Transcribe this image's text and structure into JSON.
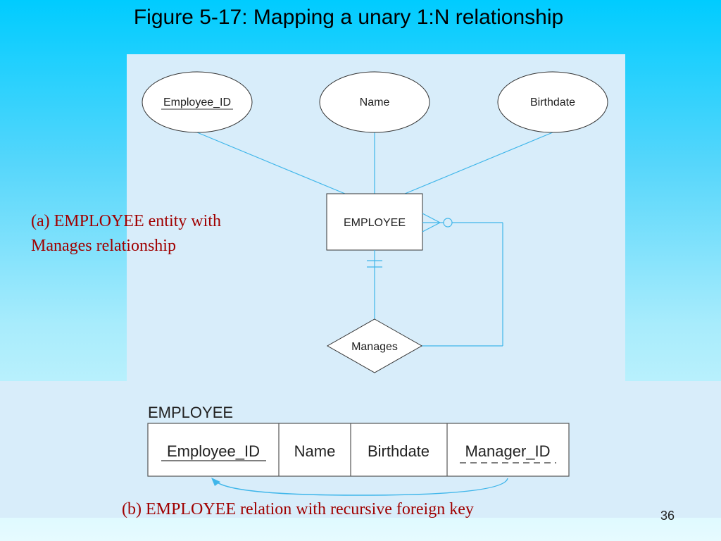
{
  "title": "Figure 5-17: Mapping a unary 1:N relationship",
  "diagram_a": {
    "attributes": {
      "employee_id": "Employee_ID",
      "name": "Name",
      "birthdate": "Birthdate"
    },
    "entity": "EMPLOYEE",
    "relationship": "Manages"
  },
  "caption_a_line1": "(a) EMPLOYEE entity with",
  "caption_a_line2": "Manages relationship",
  "relation_b": {
    "name": "EMPLOYEE",
    "columns": [
      "Employee_ID",
      "Name",
      "Birthdate",
      "Manager_ID"
    ]
  },
  "caption_b": "(b) EMPLOYEE relation with recursive foreign key",
  "page_number": "36",
  "colors": {
    "line": "#3fb6ea",
    "caption": "#a00000"
  }
}
